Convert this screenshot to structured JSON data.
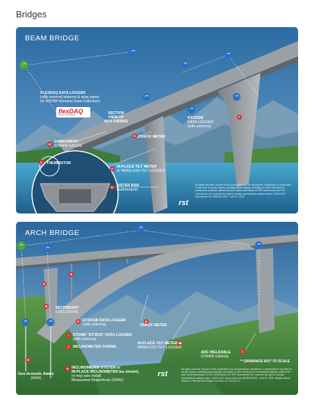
{
  "page": {
    "heading": "Bridges"
  },
  "beam": {
    "title": "BEAM BRIDGE",
    "flexdaq": {
      "title": "FLEXDAQ DATA LOGGER",
      "line1": "(with external antenna & solar panel",
      "line2": "for RSTAR Wireless Data Collection)"
    },
    "logo": {
      "word": "flexDAQ",
      "tagline": "DATA LOGGERS"
    },
    "section": {
      "line1": "SECTION",
      "line2": "VIEW OF",
      "line3": "BOX GIRDER"
    },
    "dt2055b": {
      "title": "DT2055B",
      "line1": "DATA LOGGER",
      "line2": "(with antenna)"
    },
    "crack": "CRACK METER",
    "strain": {
      "line1": "EMBEDMENT",
      "line2": "STRAIN GAUGE"
    },
    "thermistor": "THERMISTOR",
    "tilt": {
      "line1": "IN-PLACE TILT METER",
      "line2": "or WIRELESS TILT LOGGER"
    },
    "sister": {
      "line1": "SISTER BAR",
      "line2": "(submerged)"
    },
    "copyright": "All rights reserved. No part of this publication may be reproduced, distributed, or transmitted in any form or by any means, including photocopying, recording, or other electronic or mechanical methods, without the prior written permission of RST Instruments Ltd. RST Instruments Ltd. reserves the right to change specifications without notice. ©2020 RST Instruments Ltd. BRIDGE-BRO - JUN 21, 2020",
    "brand": "rst"
  },
  "arch": {
    "title": "ARCH BRIDGE",
    "secondary": {
      "line1": "SECONDARY",
      "line2": "ENCLOSURE"
    },
    "dt2011b": {
      "title": "DT2011B DATA LOGGER",
      "line1": "(with antenna)"
    },
    "dt2485": {
      "title": "DT2485 \"DT-BUS\" DATA LOGGER",
      "line1": "(with antenna)"
    },
    "casing": "INCLINOMETER CASING",
    "crack": "CRACK METER",
    "tilt": {
      "line1": "IN-PLACE TILT METER or",
      "line2": "WIRELESS TILT LOGGER"
    },
    "arc": {
      "line1": "ARC WELDABLE",
      "line2": "STRAIN GAUGE"
    },
    "note": "** DRAWINGS NOT TO SCALE",
    "geo": {
      "line1": "Geo-Acoustic Aware",
      "line2": "(GAA)"
    },
    "incl": {
      "line1": "INCLINOMETER SYSTEM or",
      "line2": "IN-PLACE INCLINOMETER (as shown),",
      "line3": "or may also install",
      "line4": "Measurand ShapeArray (SAAV)"
    },
    "copyright": "All rights reserved. No part of this publication may be reproduced, distributed, or transmitted in any form or by any means, including photocopying, recording, or other electronic or mechanical methods, without the prior written permission of RST Instruments Ltd. RST Instruments Ltd. reserves the right to change specifications without notice. ©2020 RST Instruments Ltd. BRIDGE-BRO - JUN 21, 2020. Bridge artwork based on \"Nesshe Arch Bridge\" by Sball / CC BY-SA 3.0",
    "brand": "rst"
  },
  "letters": {
    "a": "A",
    "b": "B",
    "c": "C",
    "d": "D",
    "e": "E",
    "f": "F",
    "g": "G",
    "h": "H",
    "i": "I",
    "j": "J",
    "k": "K",
    "l": "L",
    "m": "M"
  },
  "colors": {
    "beam_sky": "#2f6fa6",
    "arch_sky": "#2e6da3",
    "accent": "#e2262a",
    "wifi": "#2b6fc4",
    "gateway": "#46a83c",
    "concrete": "#8d9398"
  }
}
